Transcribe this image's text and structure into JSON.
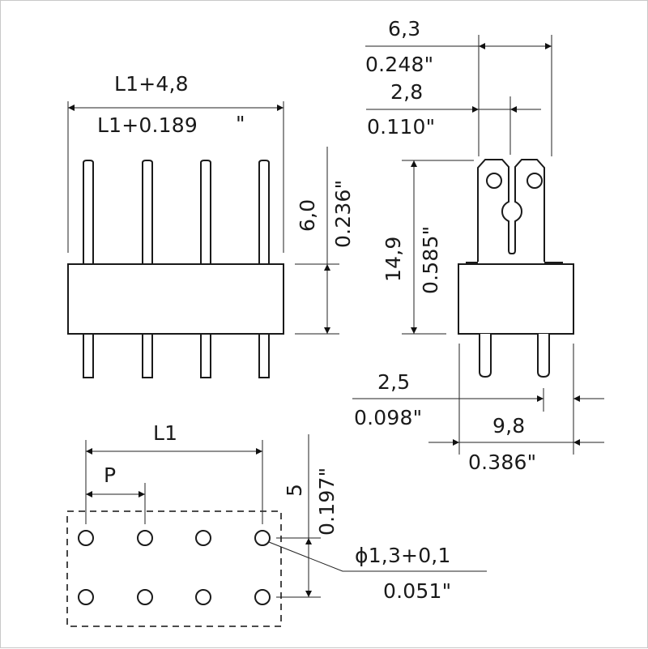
{
  "drawing": {
    "type": "connector dimension drawing",
    "colors": {
      "line": "#1a1a1a",
      "background": "#ffffff",
      "border": "#c8c8c8"
    }
  },
  "front_view": {
    "pin_count": 4,
    "width_mm": "L1+4,8",
    "width_in": "L1+0.189",
    "width_in_unit": "\"",
    "pin_height_mm": "6,0",
    "pin_height_in": "0.236\""
  },
  "side_view": {
    "tab_width_mm": "6,3",
    "tab_width_in": "0.248\"",
    "tab_offset_mm": "2,8",
    "tab_offset_in": "0.110\"",
    "total_height_mm": "14,9",
    "total_height_in": "0.585\"",
    "pin_offset_mm": "2,5",
    "pin_offset_in": "0.098\"",
    "body_depth_mm": "9,8",
    "body_depth_in": "0.386\""
  },
  "footprint": {
    "length_label": "L1",
    "pitch_label": "P",
    "row_spacing_mm": "5",
    "row_spacing_in": "0.197\"",
    "hole_diameter_mm": "ϕ1,3+0,1",
    "hole_diameter_in": "0.051\"",
    "rows": 2,
    "columns": 4
  }
}
